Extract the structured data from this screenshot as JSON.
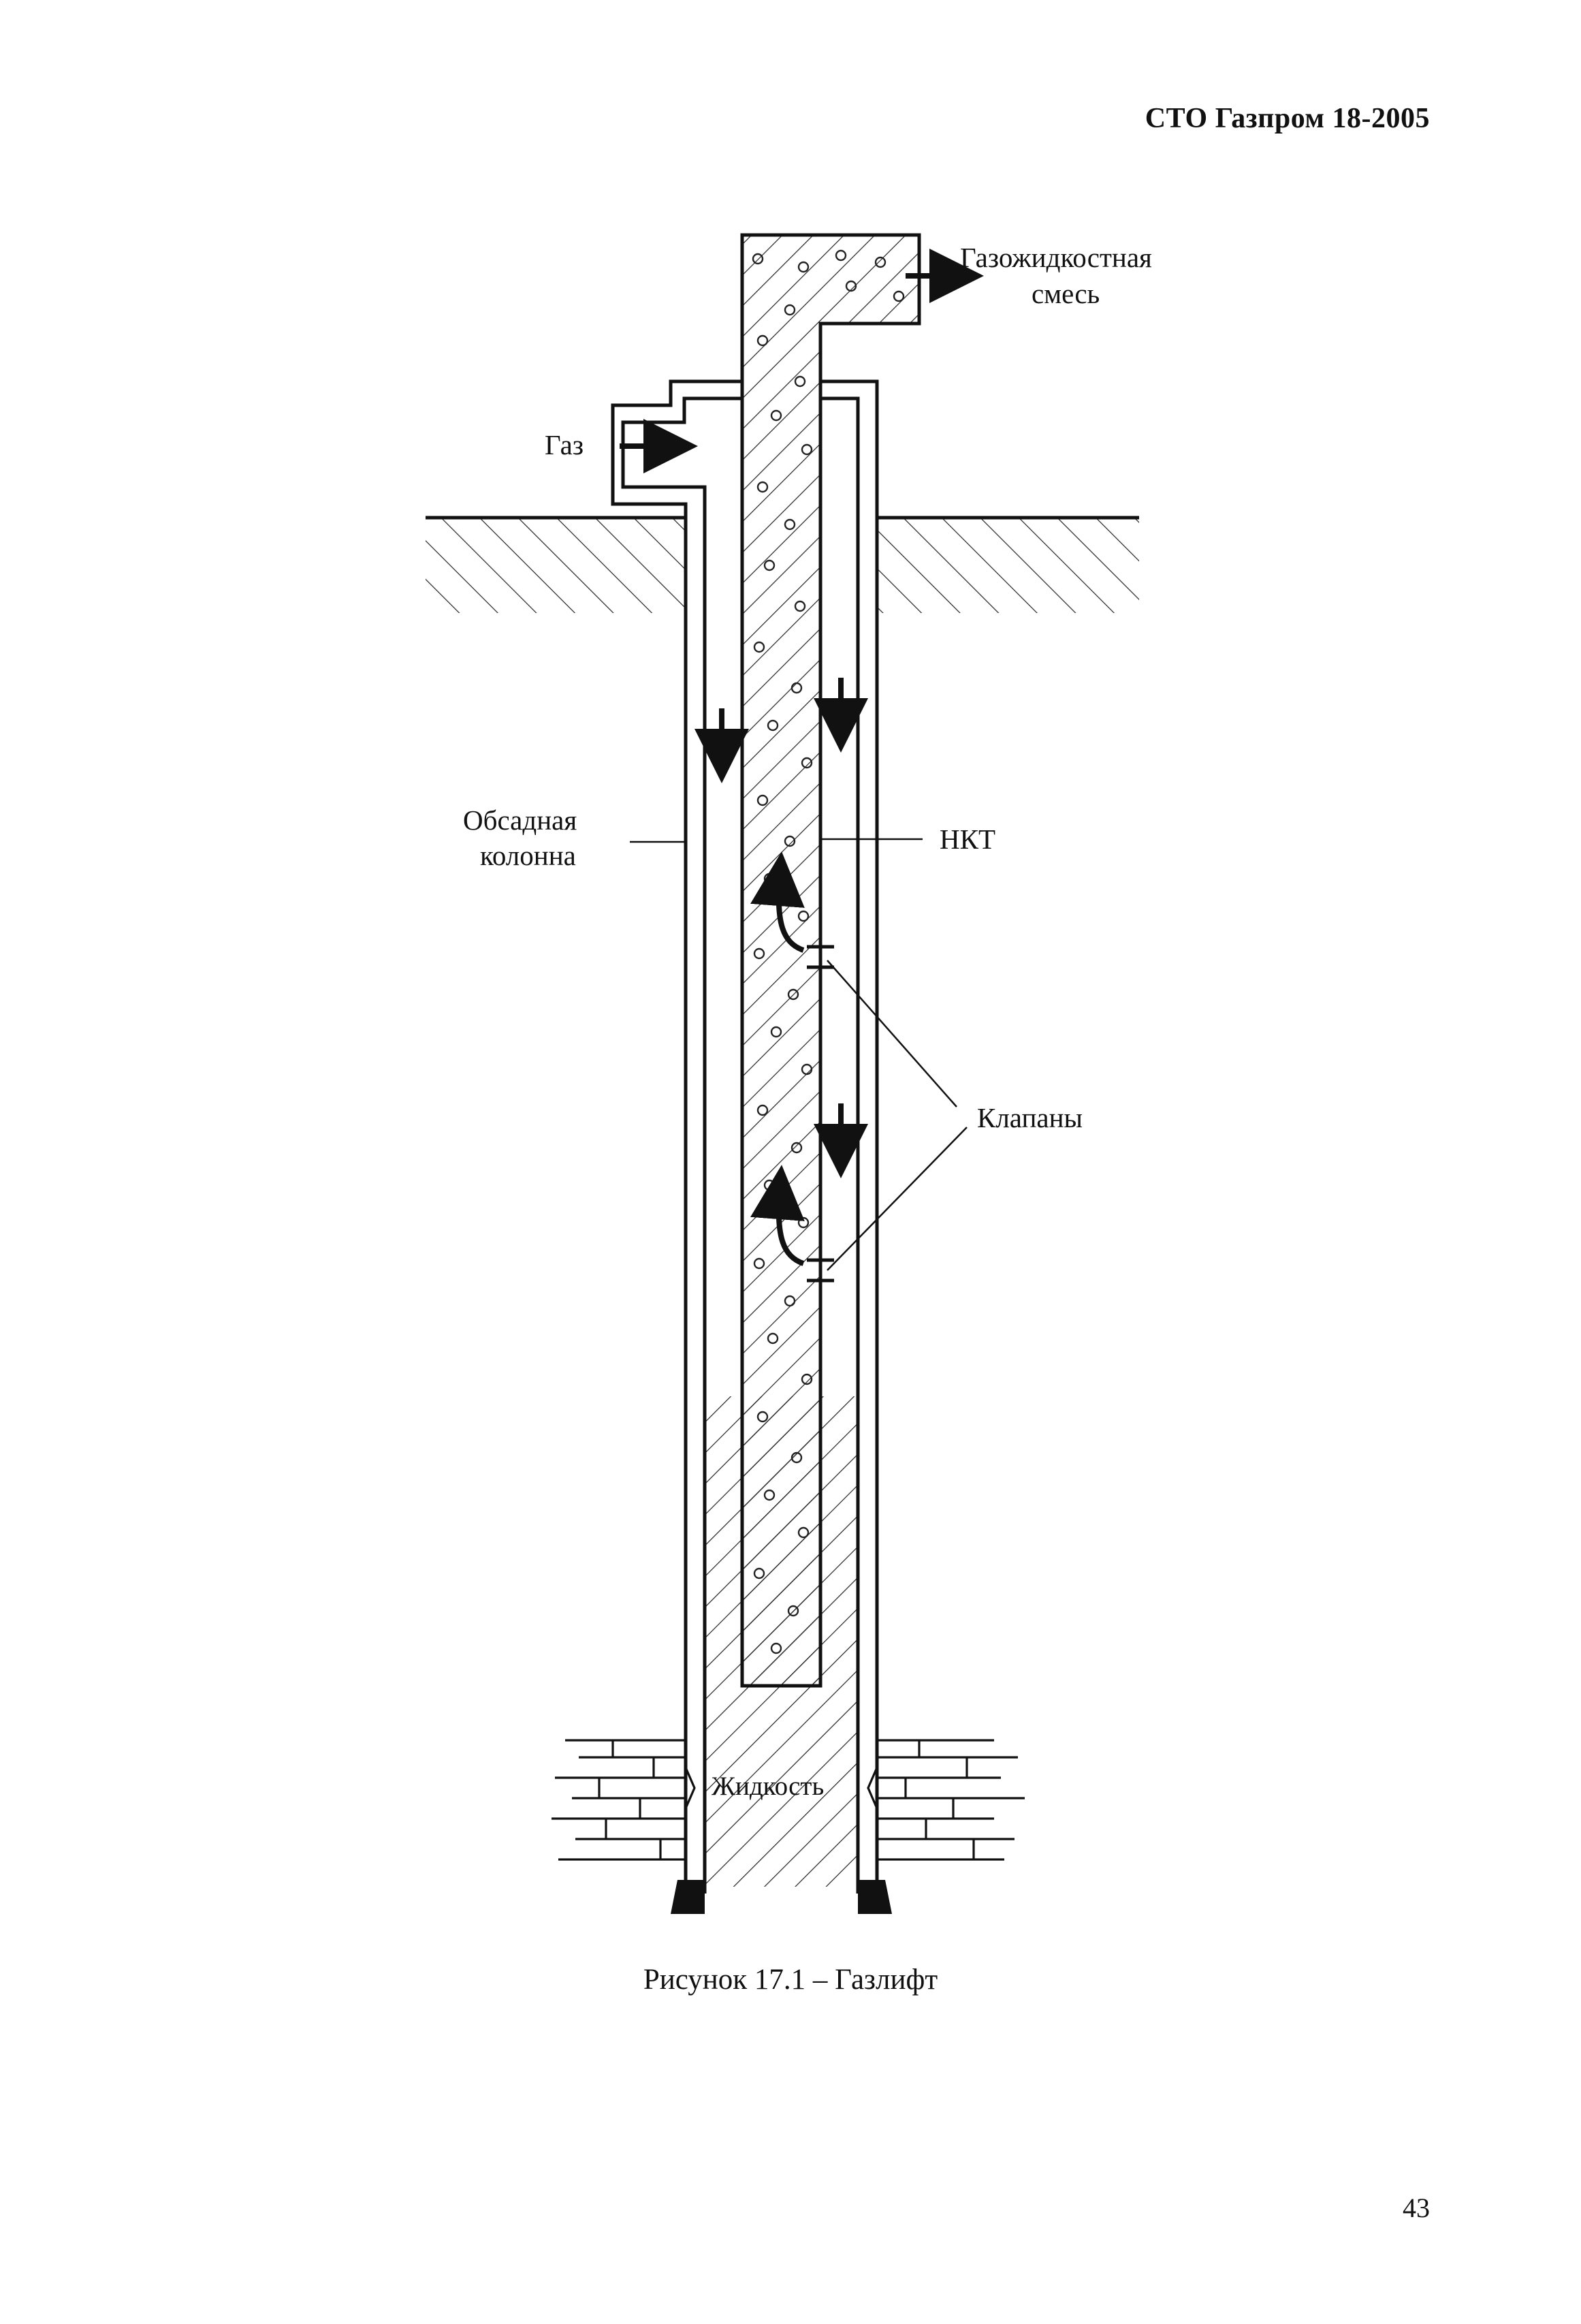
{
  "header": {
    "document_id": "СТО Газпром 18-2005"
  },
  "figure": {
    "labels": {
      "outlet": [
        "Газожидкостная",
        "смесь"
      ],
      "gas_inlet": "Газ",
      "casing": [
        "Обсадная",
        "колонна"
      ],
      "tubing": "НКТ",
      "valves": "Клапаны",
      "liquid": "Жидкость"
    },
    "caption": "Рисунок 17.1 – Газлифт"
  },
  "page": {
    "number": "43"
  }
}
